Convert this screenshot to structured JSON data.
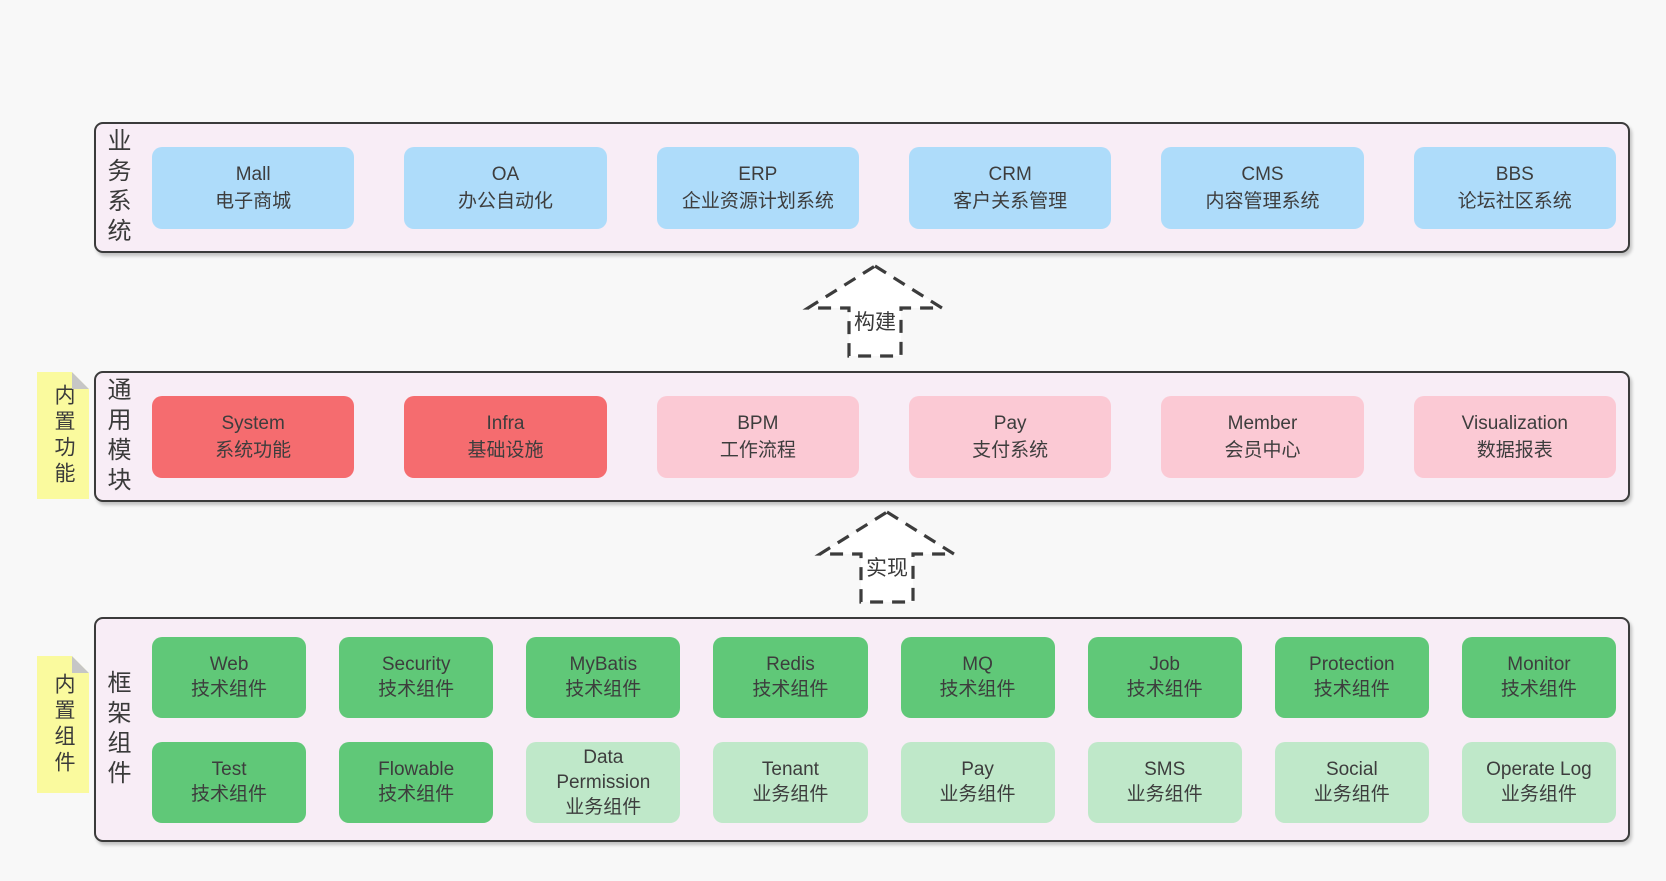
{
  "colors": {
    "page_bg": "#f8f8f8",
    "band_bg": "#f8edf6",
    "band_border": "#3b3b3b",
    "blue_box": "#aedcfa",
    "red_box": "#f56c6f",
    "pink_box": "#fbc9d4",
    "green_box": "#60c878",
    "light_green_box": "#bfe8c9",
    "sticky_yellow": "#fafa9e",
    "sticky_fold_gray": "#c6c6c6",
    "text": "#3d3d3d"
  },
  "arrows": [
    {
      "label": "构建"
    },
    {
      "label": "实现"
    }
  ],
  "bands": [
    {
      "label": "业务系统",
      "boxes": [
        {
          "title": "Mall",
          "subtitle": "电子商城",
          "variant": "blue"
        },
        {
          "title": "OA",
          "subtitle": "办公自动化",
          "variant": "blue"
        },
        {
          "title": "ERP",
          "subtitle": "企业资源计划系统",
          "variant": "blue"
        },
        {
          "title": "CRM",
          "subtitle": "客户关系管理",
          "variant": "blue"
        },
        {
          "title": "CMS",
          "subtitle": "内容管理系统",
          "variant": "blue"
        },
        {
          "title": "BBS",
          "subtitle": "论坛社区系统",
          "variant": "blue"
        }
      ]
    },
    {
      "label": "通用模块",
      "sticky": "内置功能",
      "boxes": [
        {
          "title": "System",
          "subtitle": "系统功能",
          "variant": "red"
        },
        {
          "title": "Infra",
          "subtitle": "基础设施",
          "variant": "red"
        },
        {
          "title": "BPM",
          "subtitle": "工作流程",
          "variant": "pink"
        },
        {
          "title": "Pay",
          "subtitle": "支付系统",
          "variant": "pink"
        },
        {
          "title": "Member",
          "subtitle": "会员中心",
          "variant": "pink"
        },
        {
          "title": "Visualization",
          "subtitle": "数据报表",
          "variant": "pink"
        }
      ]
    },
    {
      "label": "框架组件",
      "sticky": "内置组件",
      "rows": [
        [
          {
            "title": "Web",
            "subtitle": "技术组件",
            "variant": "green"
          },
          {
            "title": "Security",
            "subtitle": "技术组件",
            "variant": "green"
          },
          {
            "title": "MyBatis",
            "subtitle": "技术组件",
            "variant": "green"
          },
          {
            "title": "Redis",
            "subtitle": "技术组件",
            "variant": "green"
          },
          {
            "title": "MQ",
            "subtitle": "技术组件",
            "variant": "green"
          },
          {
            "title": "Job",
            "subtitle": "技术组件",
            "variant": "green"
          },
          {
            "title": "Protection",
            "subtitle": "技术组件",
            "variant": "green"
          },
          {
            "title": "Monitor",
            "subtitle": "技术组件",
            "variant": "green"
          }
        ],
        [
          {
            "title": "Test",
            "subtitle": "技术组件",
            "variant": "green"
          },
          {
            "title": "Flowable",
            "subtitle": "技术组件",
            "variant": "green"
          },
          {
            "title": "Data Permission",
            "subtitle": "业务组件",
            "variant": "lightgreen"
          },
          {
            "title": "Tenant",
            "subtitle": "业务组件",
            "variant": "lightgreen"
          },
          {
            "title": "Pay",
            "subtitle": "业务组件",
            "variant": "lightgreen"
          },
          {
            "title": "SMS",
            "subtitle": "业务组件",
            "variant": "lightgreen"
          },
          {
            "title": "Social",
            "subtitle": "业务组件",
            "variant": "lightgreen"
          },
          {
            "title": "Operate Log",
            "subtitle": "业务组件",
            "variant": "lightgreen"
          }
        ]
      ]
    }
  ]
}
